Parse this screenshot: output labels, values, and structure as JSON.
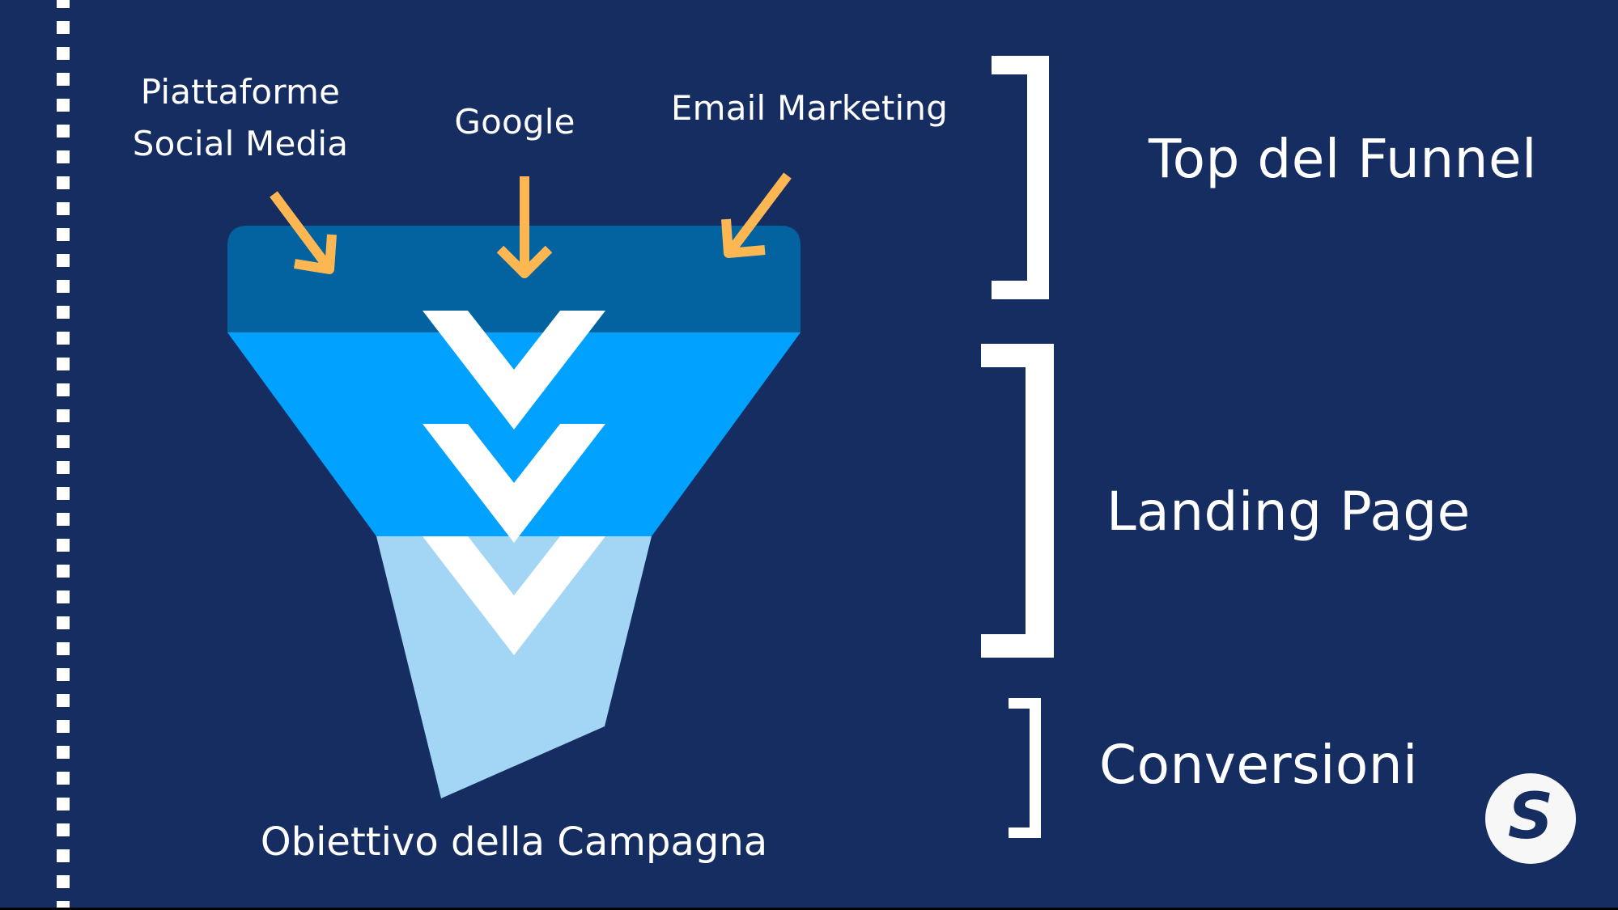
{
  "colors": {
    "background": "#162d62",
    "funnel_top": "#0263a0",
    "funnel_middle": "#00a1ff",
    "funnel_bottom": "#a3d5f5",
    "arrows": "#fdb752",
    "brackets": "#ffffff",
    "text": "#ffffff"
  },
  "sources": [
    {
      "label_line1": "Piattaforme",
      "label_line2": "Social Media",
      "arrow": "arrow-down-right-icon"
    },
    {
      "label_line1": "Google",
      "arrow": "arrow-down-icon"
    },
    {
      "label_line1": "Email Marketing",
      "arrow": "arrow-down-left-icon"
    }
  ],
  "stages": [
    {
      "label": "Top del Funnel"
    },
    {
      "label": "Landing Page"
    },
    {
      "label": "Conversioni"
    }
  ],
  "funnel": {
    "goal_label": "Obiettivo della Campagna",
    "chevrons": 3
  },
  "logo": {
    "letter": "S"
  }
}
